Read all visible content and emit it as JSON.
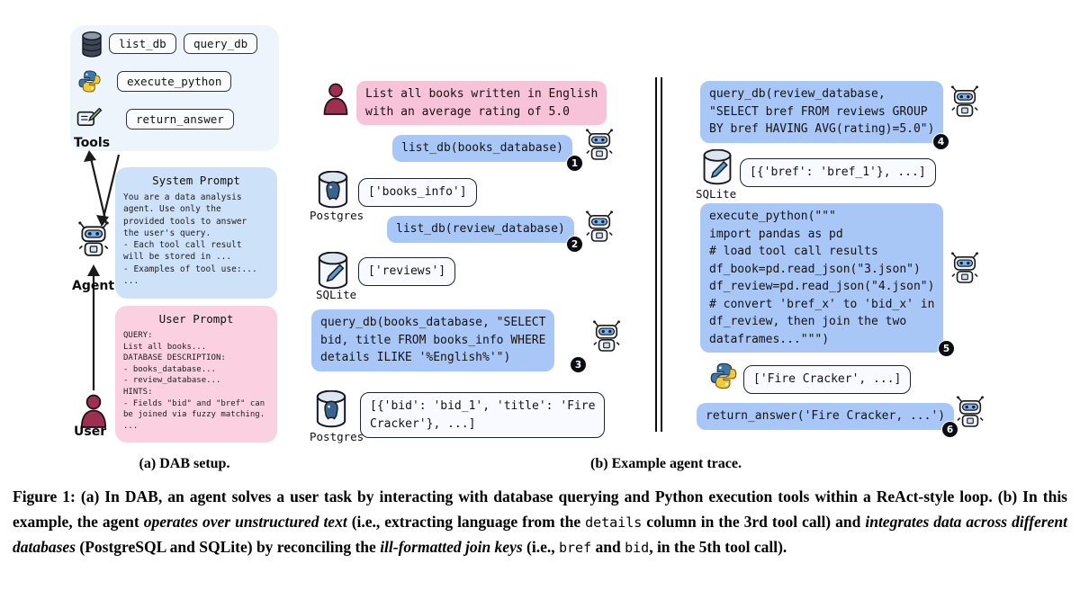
{
  "colors": {
    "agent_bubble": "#a9c7f6",
    "user_bubble": "#f7c3d8",
    "result_bg": "#f8faff",
    "result_border": "#1d2430",
    "tools_box": "#edf4fc",
    "system_box": "#cde1f9",
    "user_box": "#fbd0e1",
    "user_icon_fill": "#9e2f50",
    "badge_bg": "#0c0d12",
    "chip_bg": "#fafcff",
    "chip_border": "#2b3442"
  },
  "panel_a": {
    "caption": "(a) DAB setup.",
    "tools": {
      "label": "Tools",
      "chips": [
        "list_db",
        "query_db",
        "execute_python",
        "return_answer"
      ]
    },
    "agent": {
      "label": "Agent",
      "prompt_title": "System Prompt",
      "prompt_body": "You are a data analysis\nagent. Use only the\nprovided tools to answer\nthe user's query.\n- Each tool call result\nwill be stored in ...\n- Examples of tool use:...\n..."
    },
    "user": {
      "label": "User",
      "prompt_title": "User Prompt",
      "prompt_body": "QUERY:\nList all books...\nDATABASE DESCRIPTION:\n- books_database...\n- review_database...\nHINTS:\n- Fields \"bid\" and \"bref\" can\nbe joined via fuzzy matching.\n..."
    }
  },
  "trace": {
    "caption": "(b) Example agent trace.",
    "user_query": "List all books written in English\nwith an average rating of 5.0",
    "call1": {
      "text": "list_db(books_database)",
      "step": "1"
    },
    "result1": {
      "db_label": "Postgres",
      "text": "['books_info']"
    },
    "call2": {
      "text": "list_db(review_database)",
      "step": "2"
    },
    "result2": {
      "db_label": "SQLite",
      "text": "['reviews']"
    },
    "call3": {
      "text": "query_db(books_database, \"SELECT\nbid, title FROM books_info WHERE\ndetails ILIKE '%English%'\")",
      "step": "3"
    },
    "result3": {
      "db_label": "Postgres",
      "text": "[{'bid': 'bid_1', 'title': 'Fire\nCracker'}, ...]"
    },
    "call4": {
      "text": "query_db(review_database,\n\"SELECT bref FROM reviews GROUP\nBY bref HAVING AVG(rating)=5.0\")",
      "step": "4"
    },
    "result4": {
      "db_label": "SQLite",
      "text": "[{'bref': 'bref_1'}, ...]"
    },
    "call5": {
      "text": "execute_python(\"\"\"\nimport pandas as pd\n# load tool call results\ndf_book=pd.read_json(\"3.json\")\ndf_review=pd.read_json(\"4.json\")\n# convert 'bref_x' to 'bid_x' in\ndf_review, then join the two\ndataframes...\"\"\")",
      "step": "5"
    },
    "result5": {
      "text": "['Fire Cracker', ...]"
    },
    "call6": {
      "text": "return_answer('Fire Cracker, ...')",
      "step": "6"
    }
  },
  "figure_caption": {
    "runs": [
      {
        "text": "Figure 1: (a) In DAB, an agent solves a user task by interacting with database querying and Python execution tools within a ReAct-style loop. (b) In this example, the agent "
      },
      {
        "text": "operates over unstructured text"
      },
      {
        "text": " (i.e., extracting language from the "
      },
      {
        "text": "details"
      },
      {
        "text": " column in the 3rd tool call) and "
      },
      {
        "text": "integrates data across different databases"
      },
      {
        "text": " (PostgreSQL and SQLite) by reconciling the "
      },
      {
        "text": "ill-formatted join keys"
      },
      {
        "text": " (i.e., "
      },
      {
        "text": "bref"
      },
      {
        "text": " and "
      },
      {
        "text": "bid"
      },
      {
        "text": ", in the 5th tool call)."
      }
    ]
  }
}
